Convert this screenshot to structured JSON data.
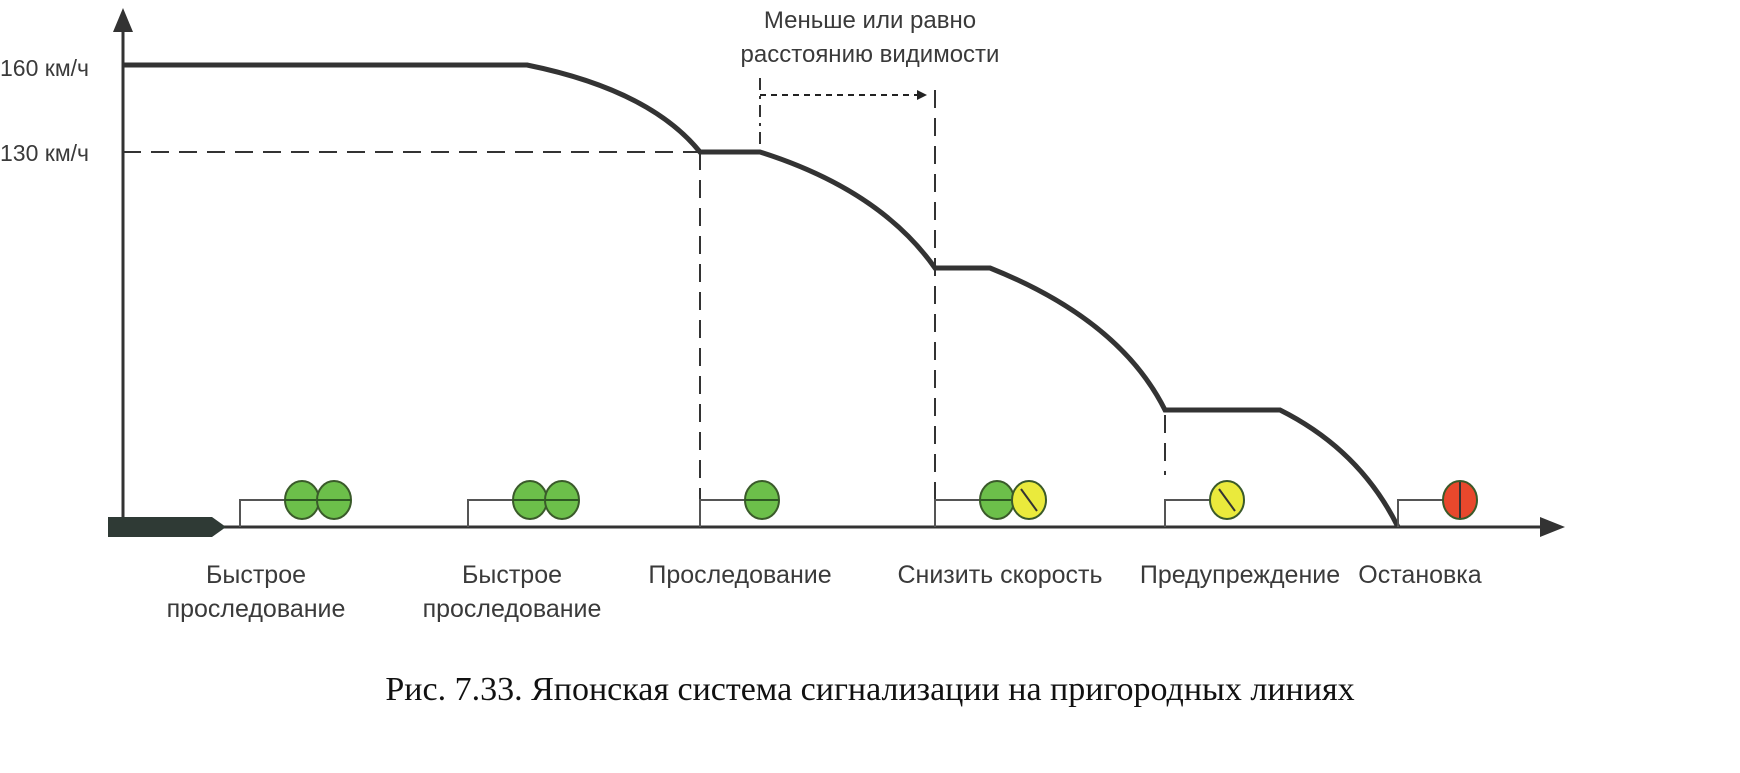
{
  "y_axis": {
    "ticks": [
      {
        "label": "160 км/ч",
        "value": 160
      },
      {
        "label": "130 км/ч",
        "value": 130
      }
    ]
  },
  "annotation": {
    "line1": "Меньше или равно",
    "line2": "расстоянию видимости"
  },
  "signals": [
    {
      "line1": "Быстрое",
      "line2": "проследование",
      "lamps": [
        "green",
        "green"
      ]
    },
    {
      "line1": "Быстрое",
      "line2": "проследование",
      "lamps": [
        "green",
        "green"
      ]
    },
    {
      "line1": "Проследование",
      "line2": "",
      "lamps": [
        "green"
      ]
    },
    {
      "line1": "Снизить скорость",
      "line2": "",
      "lamps": [
        "green",
        "yellow"
      ]
    },
    {
      "line1": "Предупреждение",
      "line2": "",
      "lamps": [
        "yellow"
      ]
    },
    {
      "line1": "Остановка",
      "line2": "",
      "lamps": [
        "red"
      ]
    }
  ],
  "colors": {
    "green": "#6cbf4a",
    "yellow": "#eaea3c",
    "red": "#e8482c",
    "line": "#333333"
  },
  "caption": "Рис. 7.33. Японская система сигнализации на пригородных линиях"
}
